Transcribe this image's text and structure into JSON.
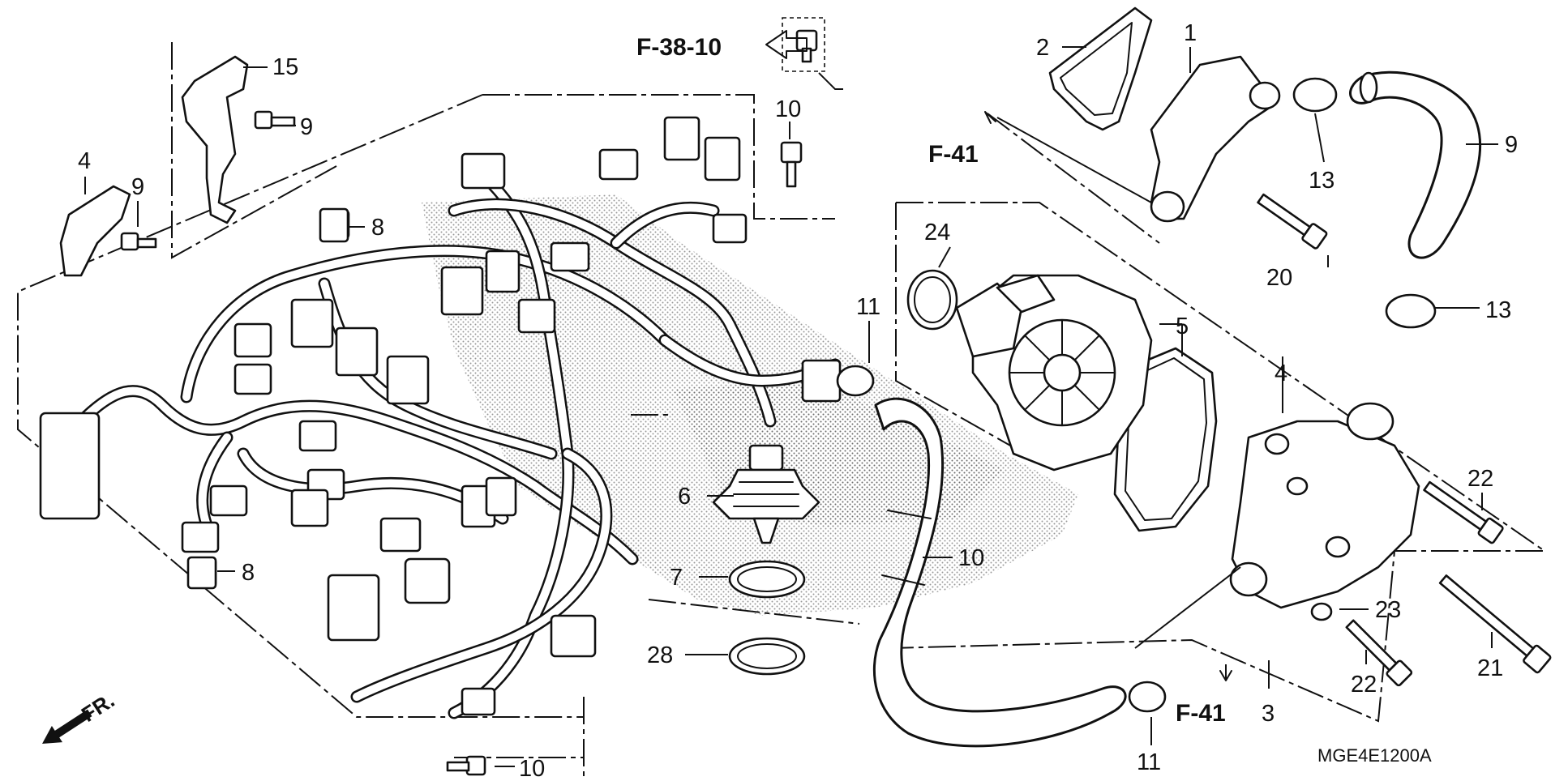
{
  "diagram": {
    "drawing_code": "MGE4E1200A",
    "refs": {
      "top": "F-38-10",
      "left_upper": "F-41",
      "right_lower": "F-41",
      "front": "FR."
    },
    "callouts": [
      "1",
      "2",
      "3",
      "4",
      "4",
      "5",
      "6",
      "7",
      "8",
      "8",
      "9",
      "9",
      "9",
      "10",
      "10",
      "10",
      "11",
      "11",
      "13",
      "13",
      "15",
      "20",
      "21",
      "22",
      "22",
      "23",
      "24",
      "28"
    ]
  }
}
